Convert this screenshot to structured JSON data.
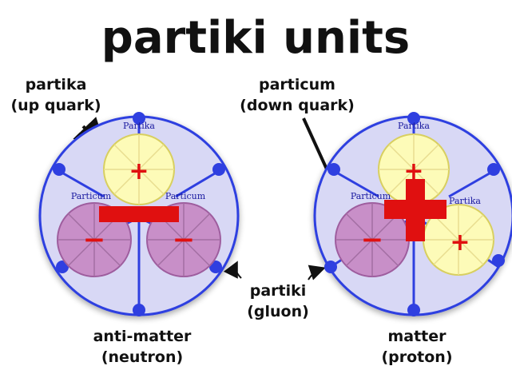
{
  "title": "partiki units",
  "labels": {
    "partika": "partika",
    "up_quark": "(up quark)",
    "particum": "particum",
    "down_quark": "(down quark)",
    "partiki": "partiki",
    "gluon": "(gluon)",
    "anti_matter": "anti-matter",
    "neutron": "(neutron)",
    "matter": "matter",
    "proton": "(proton)"
  },
  "neutron_diagram": {
    "small_labels": [
      "Partika",
      "Particum",
      "Particum"
    ],
    "charge_symbols": [
      "+",
      "−",
      "−"
    ],
    "net_charge": "−"
  },
  "proton_diagram": {
    "small_labels": [
      "Partika",
      "Particum",
      "Partika"
    ],
    "charge_symbols": [
      "+",
      "−",
      "+"
    ],
    "net_charge": "+"
  },
  "colors": {
    "outer_fill": "#d8d8f5",
    "gluon_blue": "#2f3fe0",
    "partika_fill": "#fdfbb8",
    "particum_fill": "#c88fc8",
    "charge_red": "#e01010"
  }
}
